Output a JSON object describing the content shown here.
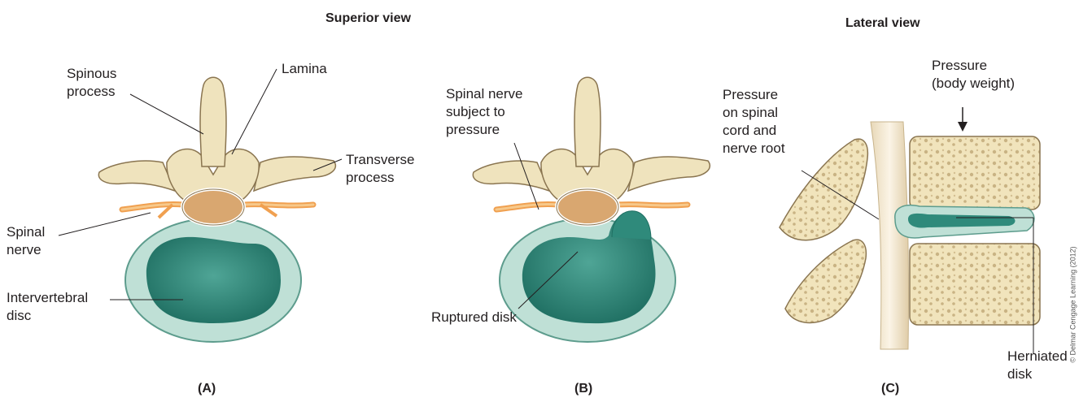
{
  "headers": {
    "superior": "Superior view",
    "lateral": "Lateral view"
  },
  "panel_a": {
    "letter": "(A)",
    "spinous_process": "Spinous\nprocess",
    "lamina": "Lamina",
    "transverse_process": "Transverse\nprocess",
    "spinal_nerve": "Spinal\nnerve",
    "intervertebral_disc": "Intervertebral\ndisc"
  },
  "panel_b": {
    "letter": "(B)",
    "spinal_nerve_pressure": "Spinal nerve\nsubject to\npressure",
    "ruptured_disk": "Ruptured disk"
  },
  "panel_c": {
    "letter": "(C)",
    "pressure_cord": "Pressure\non spinal\ncord and\nnerve root",
    "pressure_weight": "Pressure\n(body weight)",
    "herniated_disk": "Herniated\ndisk"
  },
  "credit": "© Delmar Cengage Learning (2012)",
  "colors": {
    "bone": "#efe3bd",
    "bone_edge": "#8a7550",
    "disc_outer": "#bfe0d6",
    "disc_inner": "#2f8a7b",
    "cord": "#d9a770",
    "nerve": "#f0a050"
  }
}
